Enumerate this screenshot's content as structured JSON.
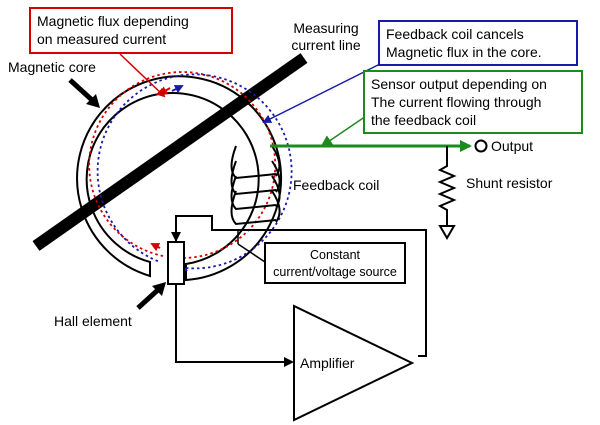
{
  "colors": {
    "flux_measured": "#d40000",
    "flux_feedback": "#1a1aa8",
    "output_line": "#1d8a1d"
  },
  "callouts": {
    "measured_flux": [
      "Magnetic flux depending",
      "on measured current"
    ],
    "feedback_flux": [
      "Feedback coil cancels",
      "Magnetic flux in the core."
    ],
    "sensor_output": [
      "Sensor output depending on",
      "The current flowing through",
      "the feedback coil"
    ]
  },
  "labels": {
    "measuring_line": [
      "Measuring",
      "current line"
    ],
    "magnetic_core": "Magnetic core",
    "feedback_coil": "Feedback coil",
    "output": "Output",
    "shunt_resistor": "Shunt resistor",
    "hall_element": "Hall element",
    "source": [
      "Constant",
      "current/voltage source"
    ],
    "amplifier": "Amplifier"
  }
}
